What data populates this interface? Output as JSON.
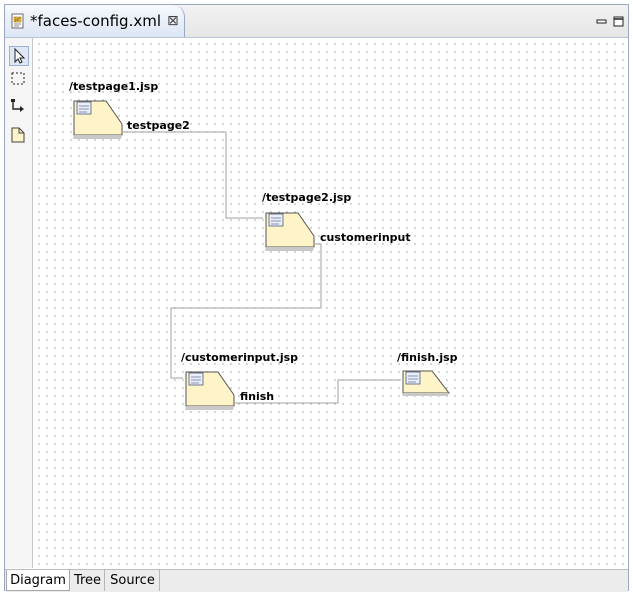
{
  "editor": {
    "tab_title": "*faces-config.xml",
    "tab_icon": "faces-config-file-icon",
    "close_icon": "close-icon"
  },
  "window_controls": {
    "minimize_icon": "minimize-icon",
    "maximize_icon": "maximize-icon"
  },
  "palette": {
    "tools": [
      "select-tool-icon",
      "marquee-tool-icon",
      "link-tool-icon",
      "page-tool-icon"
    ]
  },
  "diagram": {
    "pages": [
      {
        "id": "p1",
        "label": "/testpage1.jsp"
      },
      {
        "id": "p2",
        "label": "/testpage2.jsp"
      },
      {
        "id": "p3",
        "label": "/customerinput.jsp"
      },
      {
        "id": "p4",
        "label": "/finish.jsp"
      }
    ],
    "links": [
      {
        "from": "p1",
        "to": "p2",
        "outcome": "testpage2"
      },
      {
        "from": "p2",
        "to": "p3",
        "outcome": "customerinput"
      },
      {
        "from": "p3",
        "to": "p4",
        "outcome": "finish"
      }
    ],
    "colors": {
      "page_fill": "#fff4c8",
      "link": "#a0a0a0"
    }
  },
  "bottom_tabs": [
    {
      "label": "Diagram",
      "active": true
    },
    {
      "label": "Tree",
      "active": false
    },
    {
      "label": "Source",
      "active": false
    }
  ]
}
